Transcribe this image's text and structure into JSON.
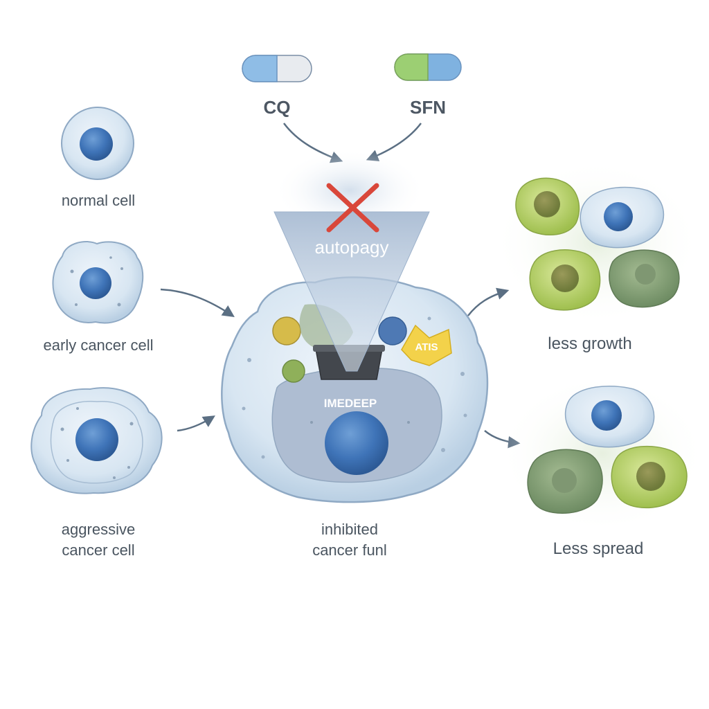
{
  "drugs": {
    "left": {
      "label": "CQ",
      "cap_colors": [
        "#8fbde6",
        "#e6e9ee"
      ]
    },
    "right": {
      "label": "SFN",
      "cap_colors": [
        "#9ccf73",
        "#7fb2e0"
      ]
    }
  },
  "stages": {
    "normal": {
      "label": "normal cell"
    },
    "early": {
      "label": "early cancer cell"
    },
    "aggressive": {
      "label_line1": "aggressive",
      "label_line2": "cancer cell"
    }
  },
  "center": {
    "funnel_label": "autopagy",
    "blocked_symbol": "✕",
    "bucket_text": "IMEDEEP",
    "sticker_text": "ATIS",
    "caption_line1": "inhibited",
    "caption_line2": "cancer funl"
  },
  "outcomes": {
    "growth": {
      "label": "less growth"
    },
    "spread": {
      "label": "Less spread"
    }
  },
  "colors": {
    "cell_membrane": "#dbe8f3",
    "nucleus": "#3f74b8",
    "green_cell": "#b8d46a",
    "dark_green_cell": "#7f9e72",
    "blocked": "#d9473a",
    "arrow": "#5b6f83"
  }
}
